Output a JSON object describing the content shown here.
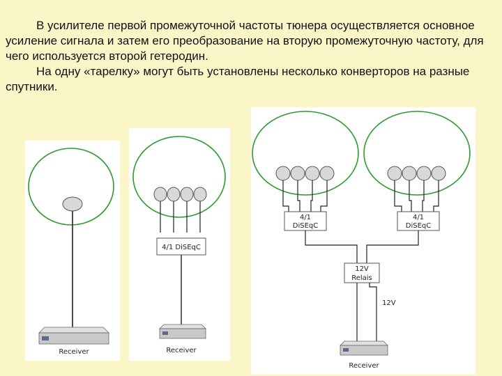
{
  "text": {
    "paragraph_1": "В усилителе первой промежуточной частоты тюнера осуществляется основное усиление сигнала и затем его преобразование на вторую промежуточную частоту, для чего используется второй гетеродин.",
    "paragraph_2": "На одну «тарелку» могут быть установлены несколько конверторов на разные спутники."
  },
  "diagram_1": {
    "receiver_label": "Receiver"
  },
  "diagram_2": {
    "diseqc_label": "4/1 DiSEqC",
    "receiver_label": "Receiver"
  },
  "diagram_3": {
    "diseqc_left_line1": "4/1",
    "diseqc_left_line2": "DiSEqC",
    "diseqc_right_line1": "4/1",
    "diseqc_right_line2": "DiSEqC",
    "relais_line1": "12V",
    "relais_line2": "Relais",
    "voltage_label": "12V",
    "receiver_label": "Receiver"
  },
  "colors": {
    "background": "#fbf6c8",
    "dish_outline": "#2e9a2e",
    "lnb_fill": "#d8d8d8",
    "receiver_body": "#c9c9c9",
    "receiver_panel": "#5a6a8a"
  }
}
